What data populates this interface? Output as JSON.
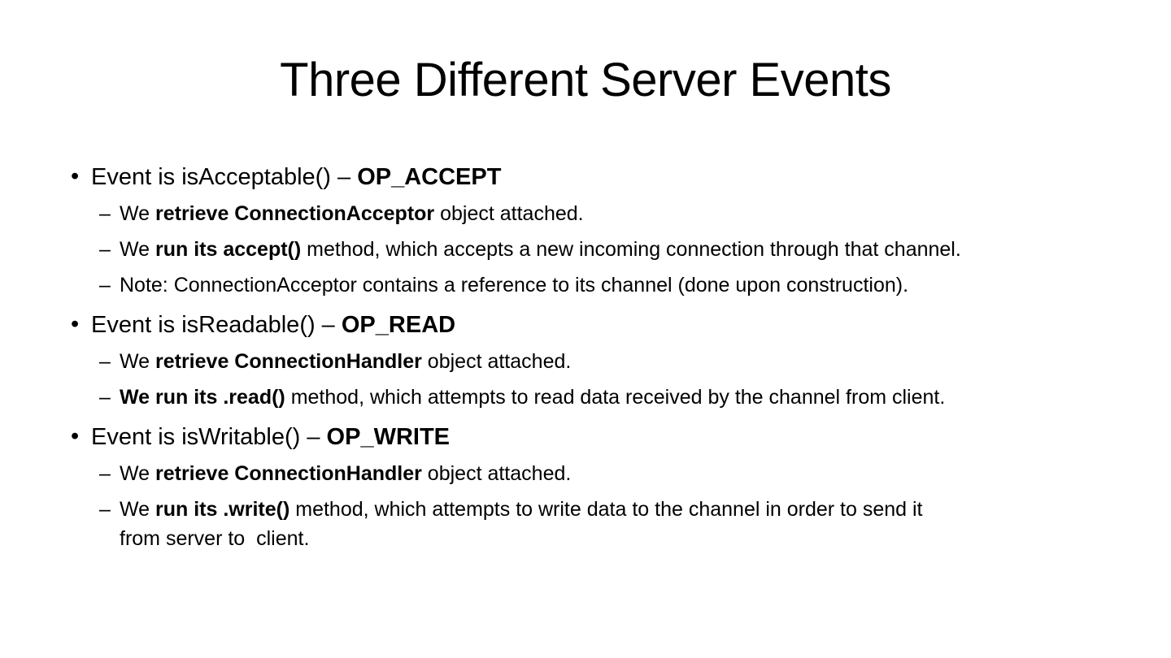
{
  "slide": {
    "title": "Three Different Server Events",
    "background_color": "#ffffff",
    "text_color": "#000000"
  },
  "markers": {
    "level1": "•",
    "level2": "–"
  },
  "bullets": [
    {
      "level": 1,
      "segments": [
        {
          "text": "Event is isAcceptable() – ",
          "bold": false
        },
        {
          "text": "OP_ACCEPT",
          "bold": true
        }
      ]
    },
    {
      "level": 2,
      "segments": [
        {
          "text": "We ",
          "bold": false
        },
        {
          "text": "retrieve ConnectionAcceptor",
          "bold": true
        },
        {
          "text": " object attached.",
          "bold": false
        }
      ]
    },
    {
      "level": 2,
      "segments": [
        {
          "text": "We ",
          "bold": false
        },
        {
          "text": "run its accept()",
          "bold": true
        },
        {
          "text": " method, which accepts a new incoming connection through that channel.",
          "bold": false
        }
      ]
    },
    {
      "level": 2,
      "segments": [
        {
          "text": "Note: ConnectionAcceptor contains a reference to its channel (done upon construction).",
          "bold": false
        }
      ]
    },
    {
      "level": 1,
      "segments": [
        {
          "text": "Event is isReadable() – ",
          "bold": false
        },
        {
          "text": "OP_READ",
          "bold": true
        }
      ]
    },
    {
      "level": 2,
      "segments": [
        {
          "text": "We ",
          "bold": false
        },
        {
          "text": "retrieve ConnectionHandler",
          "bold": true
        },
        {
          "text": " object attached.",
          "bold": false
        }
      ]
    },
    {
      "level": 2,
      "segments": [
        {
          "text": "We run its .read()",
          "bold": true
        },
        {
          "text": " method, which attempts to read data received by the channel from client.",
          "bold": false
        }
      ]
    },
    {
      "level": 1,
      "segments": [
        {
          "text": "Event is isWritable() – ",
          "bold": false
        },
        {
          "text": "OP_WRITE",
          "bold": true
        }
      ]
    },
    {
      "level": 2,
      "segments": [
        {
          "text": "We ",
          "bold": false
        },
        {
          "text": "retrieve ConnectionHandler",
          "bold": true
        },
        {
          "text": " object attached.",
          "bold": false
        }
      ]
    },
    {
      "level": 2,
      "segments": [
        {
          "text": "We ",
          "bold": false
        },
        {
          "text": "run its .write()",
          "bold": true
        },
        {
          "text": " method, which attempts to write data to the channel in order to send it\nfrom server to  client.",
          "bold": false
        }
      ]
    }
  ]
}
